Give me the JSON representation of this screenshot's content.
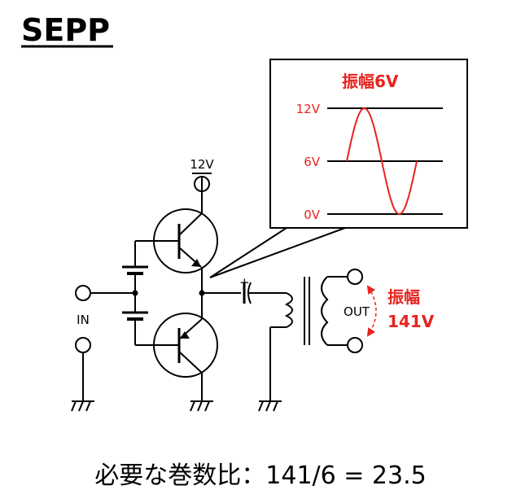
{
  "title": "SEPP",
  "supply_label": "12V",
  "input_label": "IN",
  "output_label": "OUT",
  "polarity_mark": "+",
  "inset": {
    "heading": "振幅6V",
    "levels": [
      "12V",
      "6V",
      "0V"
    ]
  },
  "output_amplitude": {
    "line1": "振幅",
    "line2": "141V"
  },
  "formula": "必要な巻数比：141/6 = 23.5",
  "colors": {
    "accent_red": "#e8231e",
    "line": "#000000"
  }
}
